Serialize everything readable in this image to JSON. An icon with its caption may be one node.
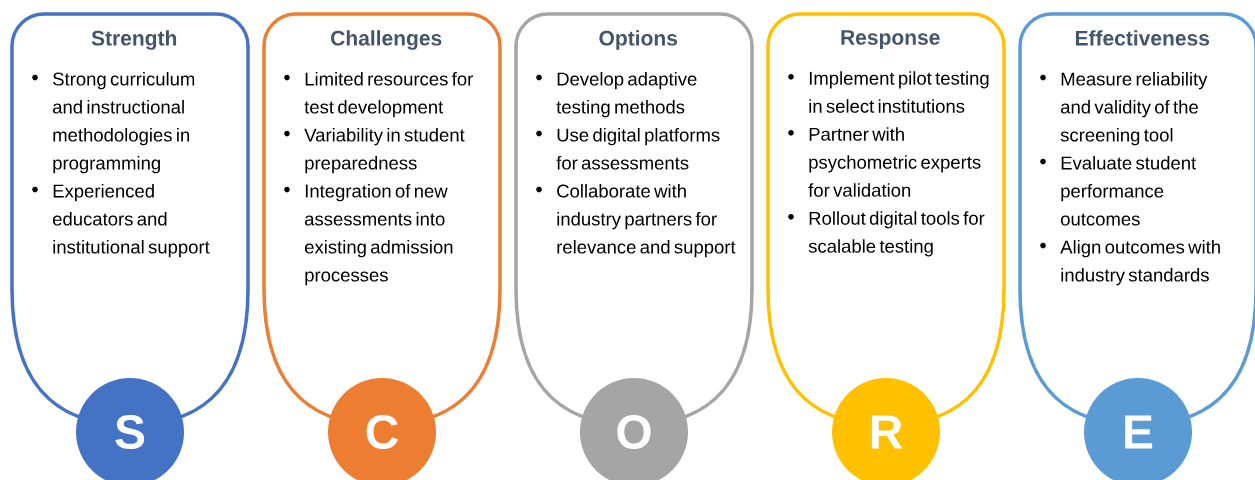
{
  "diagram": {
    "nodes": [
      {
        "text": [
          "Strength",
          "Strong curriculum and instructional methodologies in programming",
          "Experienced educators and institutional support"
        ]
      },
      {
        "text": [
          "S"
        ]
      },
      {
        "text": [
          "Challenges",
          "Limited resources for test development",
          "Variability in student preparedness",
          "Integration of new assessments into existing admission processes"
        ]
      },
      {
        "text": [
          "C"
        ]
      },
      {
        "text": [
          "Options",
          "Develop adaptive testing methods",
          "Use digital platforms for assessments",
          "Collaborate with industry partners for relevance and support"
        ]
      },
      {
        "text": [
          "O"
        ]
      },
      {
        "text": [
          "Response",
          "Implement pilot testing in select institutions",
          "Partner with psychometric experts for validation",
          "Rollout digital tools for scalable testing"
        ]
      },
      {
        "text": [
          "R"
        ]
      },
      {
        "text": [
          "Effectiveness",
          "Measure reliability and validity of the screening tool",
          "Evaluate student performance outcomes",
          "Align outcomes with industry standards"
        ]
      },
      {
        "text": [
          "E"
        ]
      }
    ]
  }
}
